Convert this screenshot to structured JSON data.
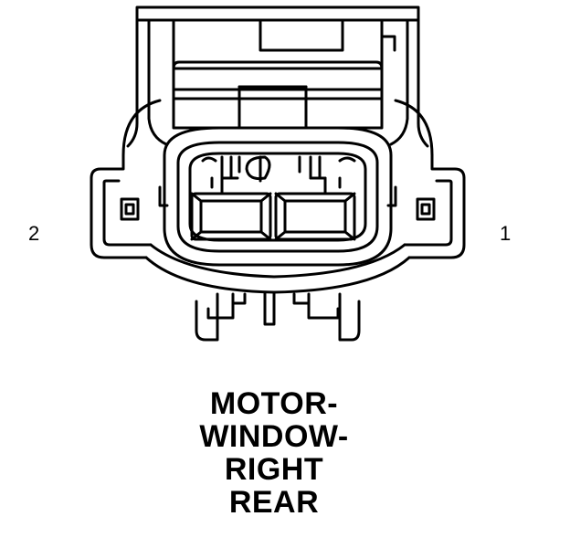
{
  "connector": {
    "pins": [
      {
        "number": "2",
        "side": "left"
      },
      {
        "number": "1",
        "side": "right"
      }
    ],
    "caption_lines": [
      "MOTOR-",
      "WINDOW-",
      "RIGHT",
      "REAR"
    ]
  },
  "colors": {
    "line": "#000000",
    "background": "#ffffff"
  }
}
